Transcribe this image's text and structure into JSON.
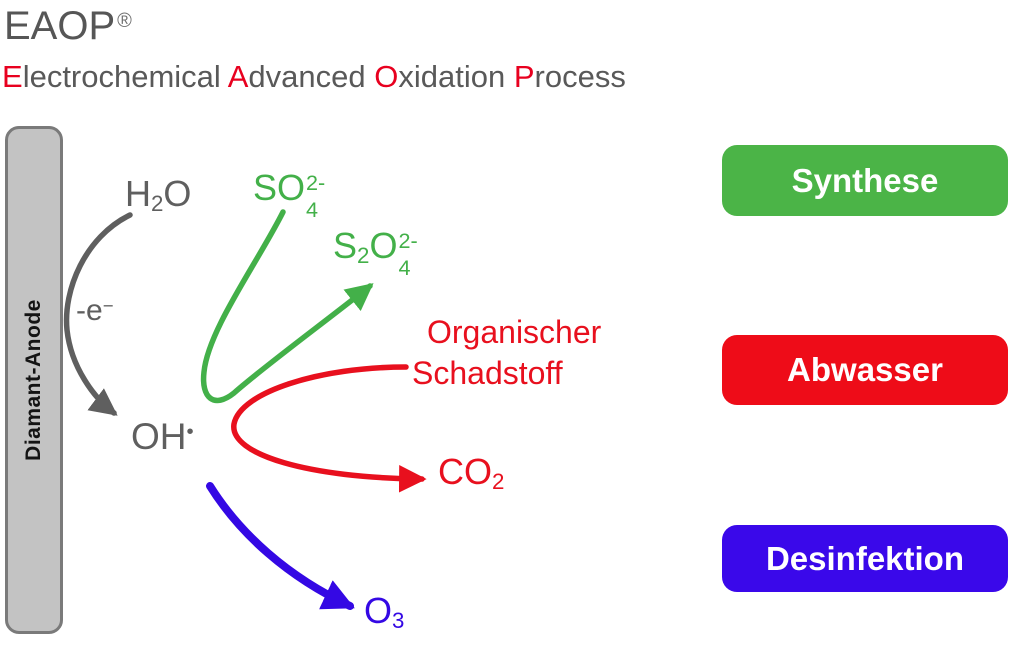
{
  "title": {
    "text": "EAOP",
    "registered": "®"
  },
  "subtitle": {
    "e1": "E",
    "r1": "lectrochemical ",
    "e2": "A",
    "r2": "dvanced ",
    "e3": "O",
    "r3": "xidation ",
    "e4": "P",
    "r4": "rocess"
  },
  "anode": {
    "label": "Diamant-Anode"
  },
  "species": {
    "h2o": {
      "pre": "H",
      "sub": "2",
      "post": "O"
    },
    "electron": {
      "pre": "-e",
      "sup": "−"
    },
    "oh": {
      "pre": "OH",
      "dot": "•"
    },
    "so4": {
      "base": "SO",
      "sup": "2-",
      "sub": "4"
    },
    "s2o4": {
      "s": "S",
      "n": "2",
      "o": "O",
      "sup": "2-",
      "sub": "4"
    },
    "pollutant": {
      "line1": "Organischer",
      "line2": "Schadstoff"
    },
    "co2": {
      "pre": "CO",
      "sub": "2"
    },
    "o3": {
      "pre": "O",
      "sub": "3"
    }
  },
  "buttons": [
    {
      "label": "Synthese",
      "color": "#4bb447"
    },
    {
      "label": "Abwasser",
      "color": "#ee0c18"
    },
    {
      "label": "Desinfektion",
      "color": "#3a08ea"
    }
  ],
  "colors": {
    "gray": "#5f5f5f",
    "accent_red": "#e8001f",
    "green": "#43b049",
    "red": "#e8101e",
    "blue": "#3408e4",
    "anode_fill": "#c3c3c3",
    "anode_border": "#7a7a7a"
  }
}
